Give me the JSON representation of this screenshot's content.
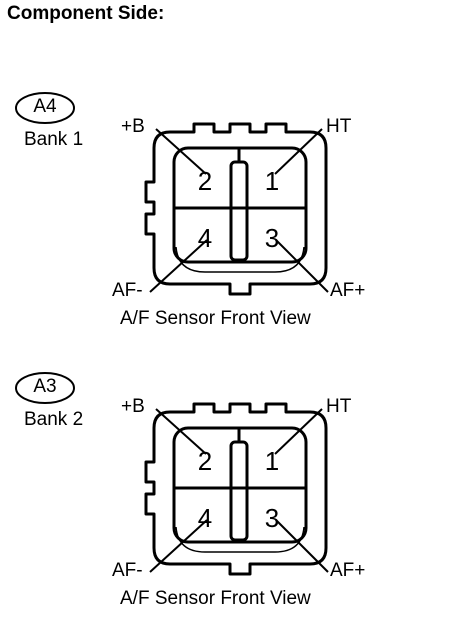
{
  "heading": "Component Side:",
  "connectors": [
    {
      "code": "A4",
      "bank": "Bank 1",
      "pins": {
        "p1": "1",
        "p2": "2",
        "p3": "3",
        "p4": "4"
      },
      "terminals": {
        "plus_b": "+B",
        "ht": "HT",
        "af_minus": "AF-",
        "af_plus": "AF+"
      },
      "view_label": "A/F Sensor Front View"
    },
    {
      "code": "A3",
      "bank": "Bank 2",
      "pins": {
        "p1": "1",
        "p2": "2",
        "p3": "3",
        "p4": "4"
      },
      "terminals": {
        "plus_b": "+B",
        "ht": "HT",
        "af_minus": "AF-",
        "af_plus": "AF+"
      },
      "view_label": "A/F Sensor Front View"
    }
  ]
}
